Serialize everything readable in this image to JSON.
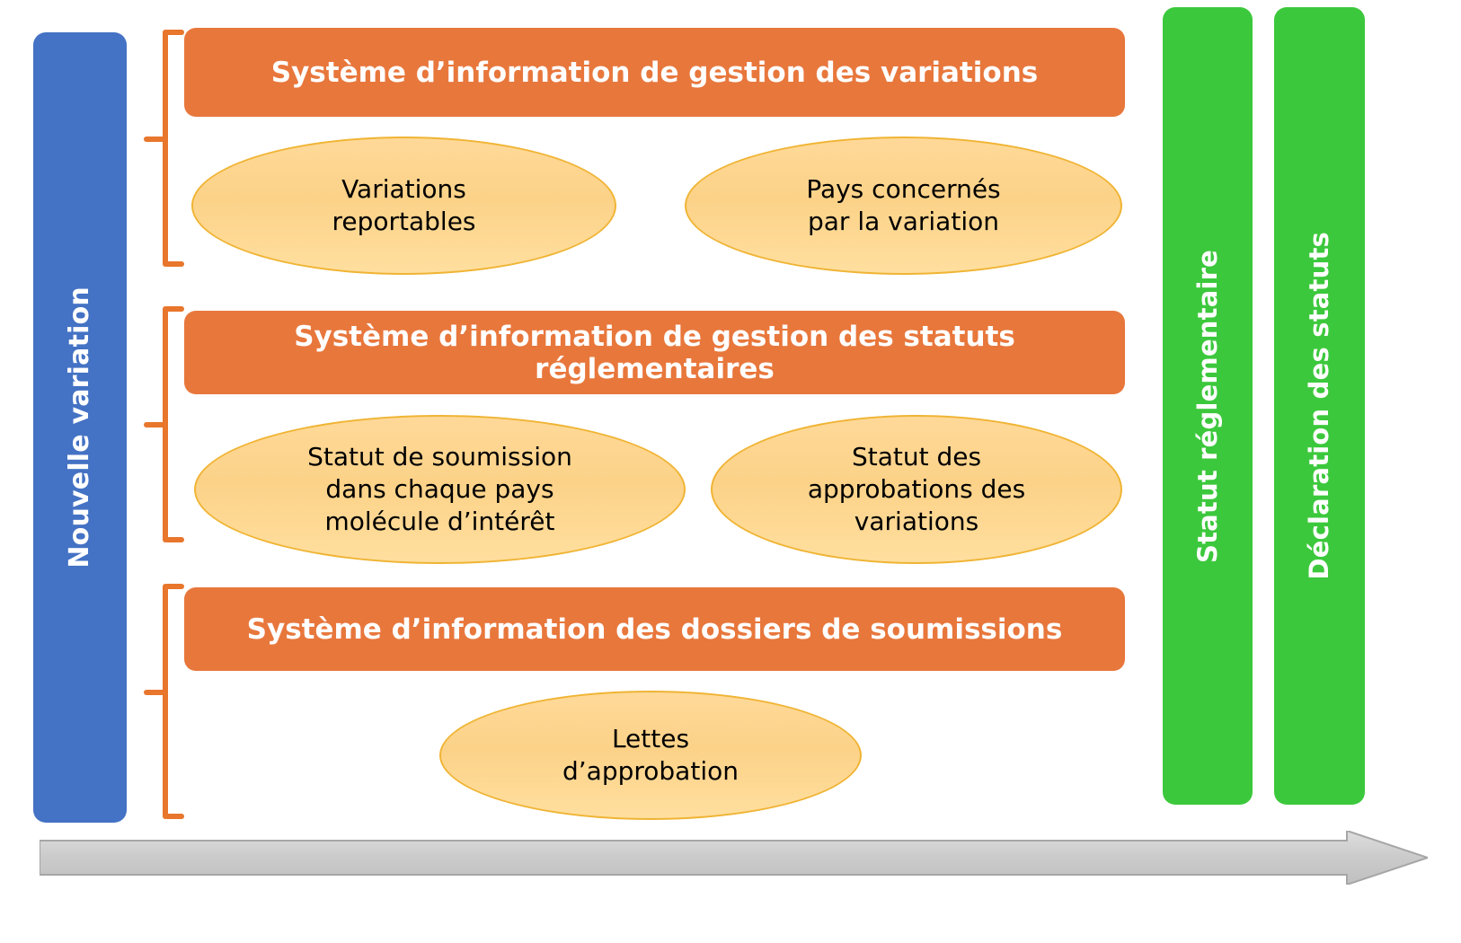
{
  "diagram": {
    "title_hidden": "",
    "colors": {
      "blue": "#4472c4",
      "green": "#3cc83c",
      "orange_bar": "#e8773c",
      "bracket_orange": "#e8762c",
      "ellipse_fill": "#fcd288",
      "ellipse_border": "#f0b434",
      "arrow_gray": "#c8c8c8"
    },
    "left_axis": {
      "label": "Nouvelle variation"
    },
    "right_axes": [
      {
        "label": "Statut réglementaire"
      },
      {
        "label": "Déclaration des statuts"
      }
    ],
    "groups": [
      {
        "header": "Système d’information de gestion des variations",
        "nodes": [
          "Variations\nreportables",
          "Pays concernés\npar la variation"
        ]
      },
      {
        "header": "Système d’information de gestion des statuts réglementaires",
        "nodes": [
          "Statut de soumission\ndans chaque pays\nmolécule d’intérêt",
          "Statut des\napprobations des\nvariations"
        ]
      },
      {
        "header": "Système d’information des dossiers de soumissions",
        "nodes": [
          "Lettes\nd’approbation"
        ]
      }
    ],
    "flow_arrow": {
      "direction": "left-to-right",
      "label": ""
    }
  }
}
